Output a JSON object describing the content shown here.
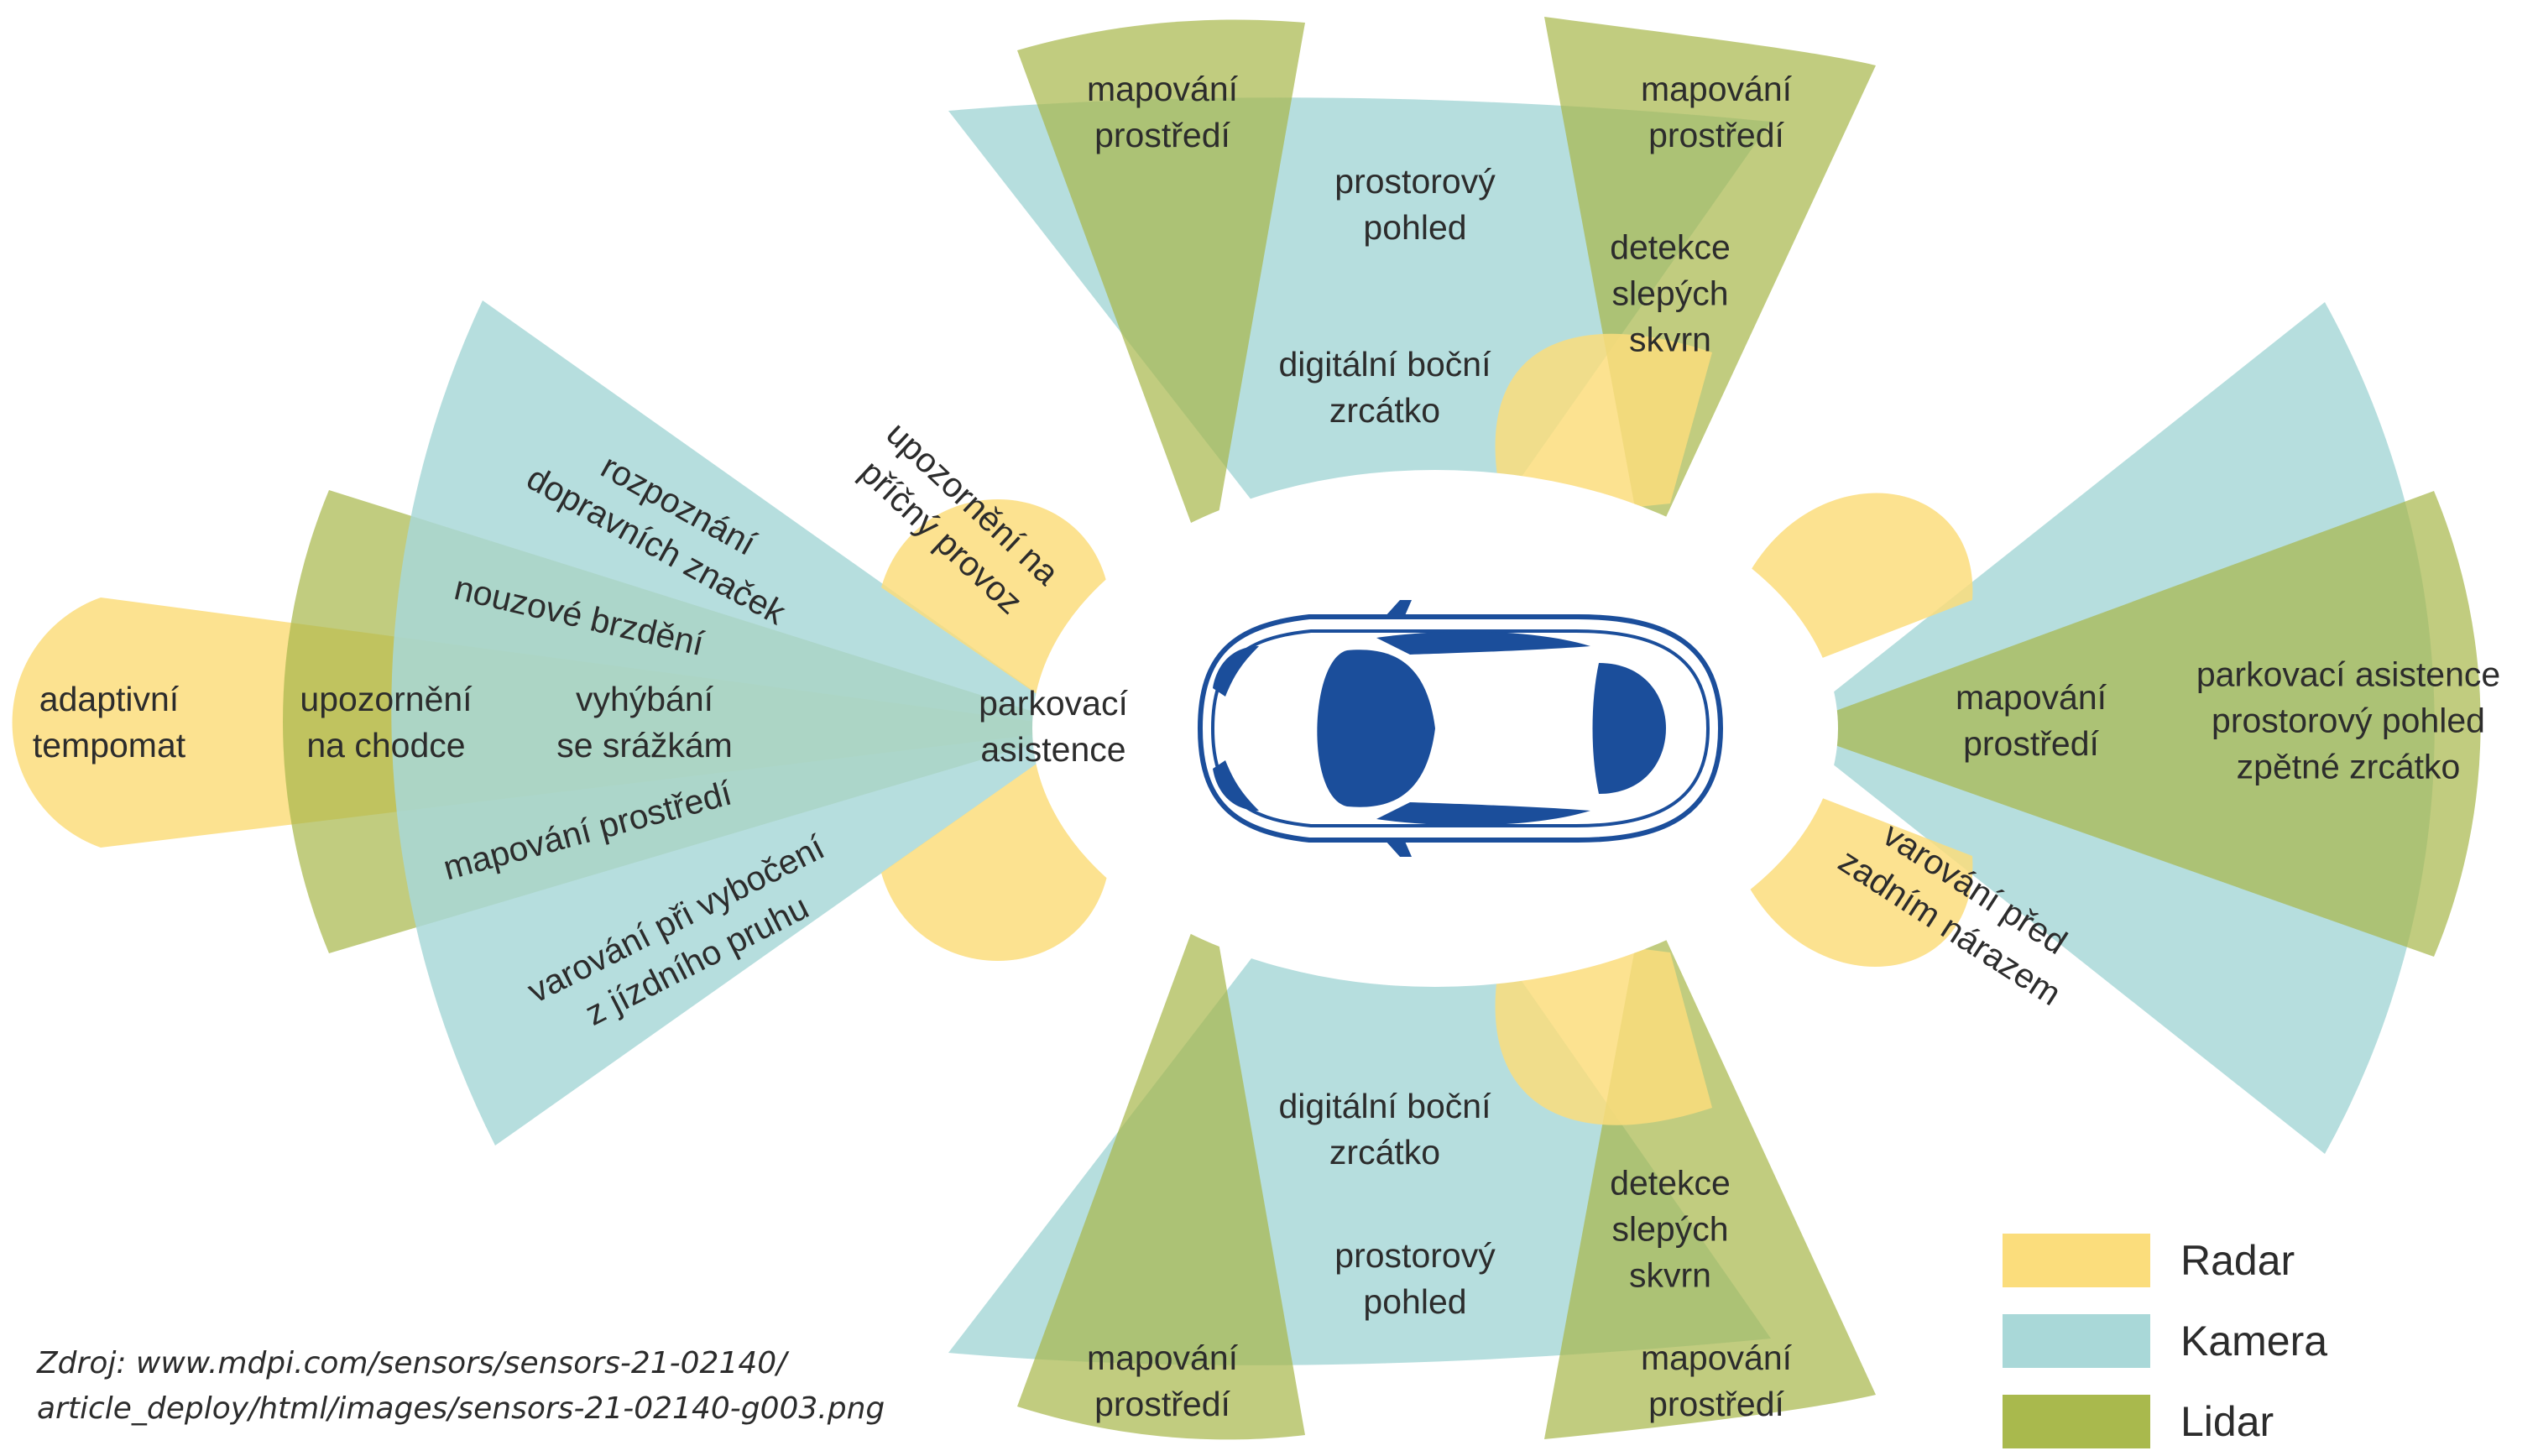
{
  "colors": {
    "radar": "#fbdd7c",
    "camera": "#a9d8d8",
    "lidar": "#a9b94d",
    "car_body": "#1b4e9b"
  },
  "legend": {
    "radar": "Radar",
    "camera": "Kamera",
    "lidar": "Lidar"
  },
  "labels": {
    "adaptive_cruise": "adaptivní\ntempomat",
    "pedestrian_warning": "upozornění\nna chodce",
    "collision_avoidance": "vyhýbání\nse srážkám",
    "front_parking": "parkovací\nasistence",
    "sign_recognition": "rozpoznání\ndopravních značek",
    "cross_traffic": "upozornění na\npříčný provoz",
    "emergency_braking": "nouzové brzdění",
    "front_env_mapping": "mapování prostředí",
    "lane_departure": "varování při vybočení\nz jízdního pruhu",
    "top_left_mapping": "mapování\nprostředí",
    "top_surround": "prostorový\npohled",
    "top_mirror": "digitální boční\nzrcátko",
    "top_right_mapping": "mapování\nprostředí",
    "top_blind_spot": "detekce\nslepých\nskvrn",
    "bottom_mirror": "digitální boční\nzrcátko",
    "bottom_surround": "prostorový\npohled",
    "bottom_left_mapping": "mapování\nprostředí",
    "bottom_blind_spot": "detekce\nslepých\nskvrn",
    "bottom_right_mapping": "mapování\nprostředí",
    "rear_mapping": "mapování\nprostředí",
    "rear_parking": "parkovací asistence\nprostorový pohled\nzpětné zrcátko",
    "rear_collision": "varování před\nzadním nárazem"
  },
  "source": "Zdroj: www.mdpi.com/sensors/sensors-21-02140/\narticle_deploy/html/images/sensors-21-02140-g003.png"
}
